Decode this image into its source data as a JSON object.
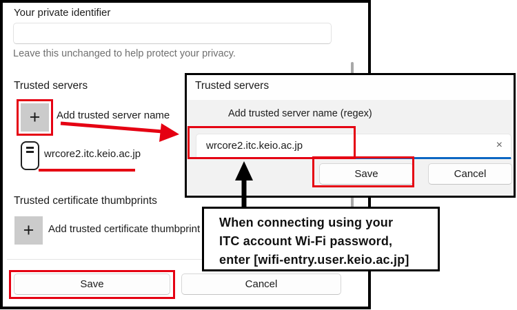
{
  "accent": {
    "red": "#e50012",
    "blue": "#0b66c3",
    "plus_button_gray": "#cbcbcb"
  },
  "main_dialog": {
    "private_identifier": {
      "label": "Your private identifier",
      "value": "",
      "hint": "Leave this unchanged to help protect your privacy."
    },
    "trusted_servers": {
      "heading": "Trusted servers",
      "add_button_label": "Add trusted server name",
      "entries": [
        "wrcore2.itc.keio.ac.jp"
      ]
    },
    "trusted_thumbprints": {
      "heading": "Trusted certificate thumbprints",
      "add_button_label": "Add trusted certificate thumbprint"
    },
    "footer": {
      "save_label": "Save",
      "cancel_label": "Cancel"
    }
  },
  "overlay_dialog": {
    "title": "Trusted servers",
    "field_label": "Add trusted server name (regex)",
    "input_value": "wrcore2.itc.keio.ac.jp",
    "clear_icon": "×",
    "save_label": "Save",
    "cancel_label": "Cancel"
  },
  "annotation": {
    "lines": [
      "When connecting using your",
      "ITC account Wi-Fi password,",
      "enter [wifi-entry.user.keio.ac.jp]"
    ]
  },
  "icons": {
    "plus": "+"
  }
}
